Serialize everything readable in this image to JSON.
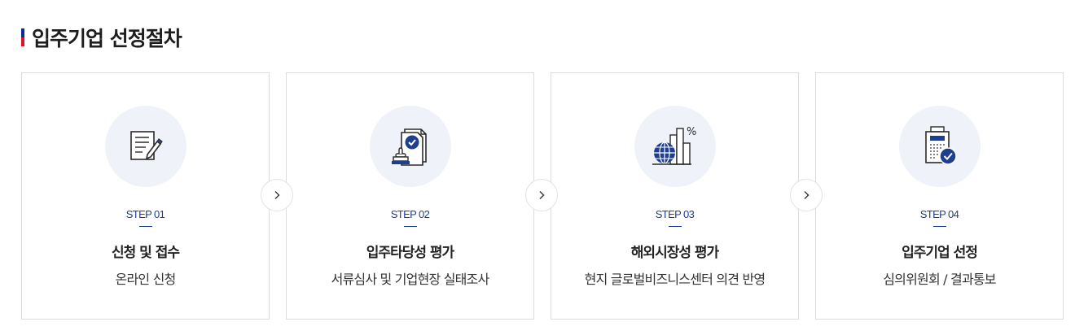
{
  "section": {
    "title": "입주기업 선정절차"
  },
  "colors": {
    "accent_blue": "#0a2d8f",
    "accent_red": "#d6162b",
    "step_blue": "#1e3d8f",
    "icon_bg": "#eff2f8"
  },
  "steps": [
    {
      "label": "STEP 01",
      "title": "신청 및 접수",
      "desc": "온라인 신청",
      "icon": "document-pen-icon"
    },
    {
      "label": "STEP 02",
      "title": "입주타당성 평가",
      "desc": "서류심사 및 기업현장 실태조사",
      "icon": "stamp-document-icon"
    },
    {
      "label": "STEP 03",
      "title": "해외시장성 평가",
      "desc": "현지 글로벌비즈니스센터 의견 반영",
      "icon": "globe-chart-icon"
    },
    {
      "label": "STEP 04",
      "title": "입주기업 선정",
      "desc": "심의위원회 / 결과통보",
      "icon": "calculator-check-icon"
    }
  ],
  "arrows": [
    "chevron-right-icon",
    "chevron-right-icon",
    "chevron-right-icon"
  ]
}
